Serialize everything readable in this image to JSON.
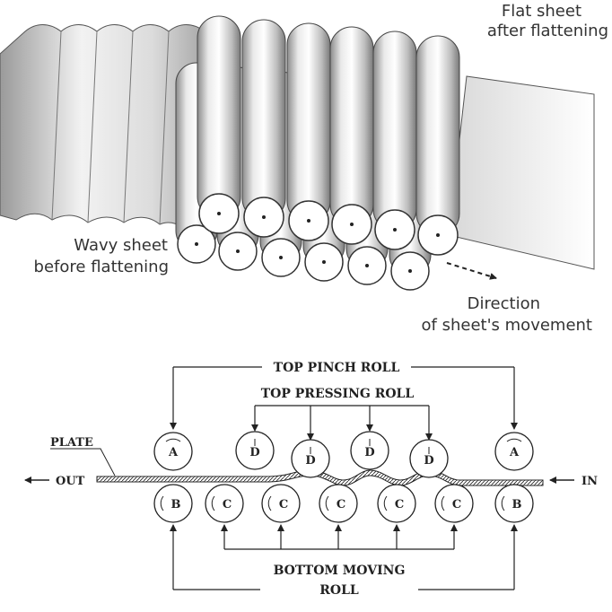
{
  "top_illustration": {
    "flat_label_line1": "Flat sheet",
    "flat_label_line2": "after flattening",
    "wavy_label_line1": "Wavy sheet",
    "wavy_label_line2": "before flattening",
    "direction_label_line1": "Direction",
    "direction_label_line2": "of sheet's movement"
  },
  "schematic": {
    "top_pinch_roll": "TOP PINCH ROLL",
    "top_pressing_roll": "TOP PRESSING ROLL",
    "plate": "PLATE",
    "out": "OUT",
    "in": "IN",
    "bottom_moving_line1": "BOTTOM MOVING",
    "bottom_moving_line2": "ROLL",
    "roll_letters": {
      "pinch": "A",
      "bottom_pinch": "B",
      "bottom_moving": "C",
      "pressing": "D"
    }
  }
}
